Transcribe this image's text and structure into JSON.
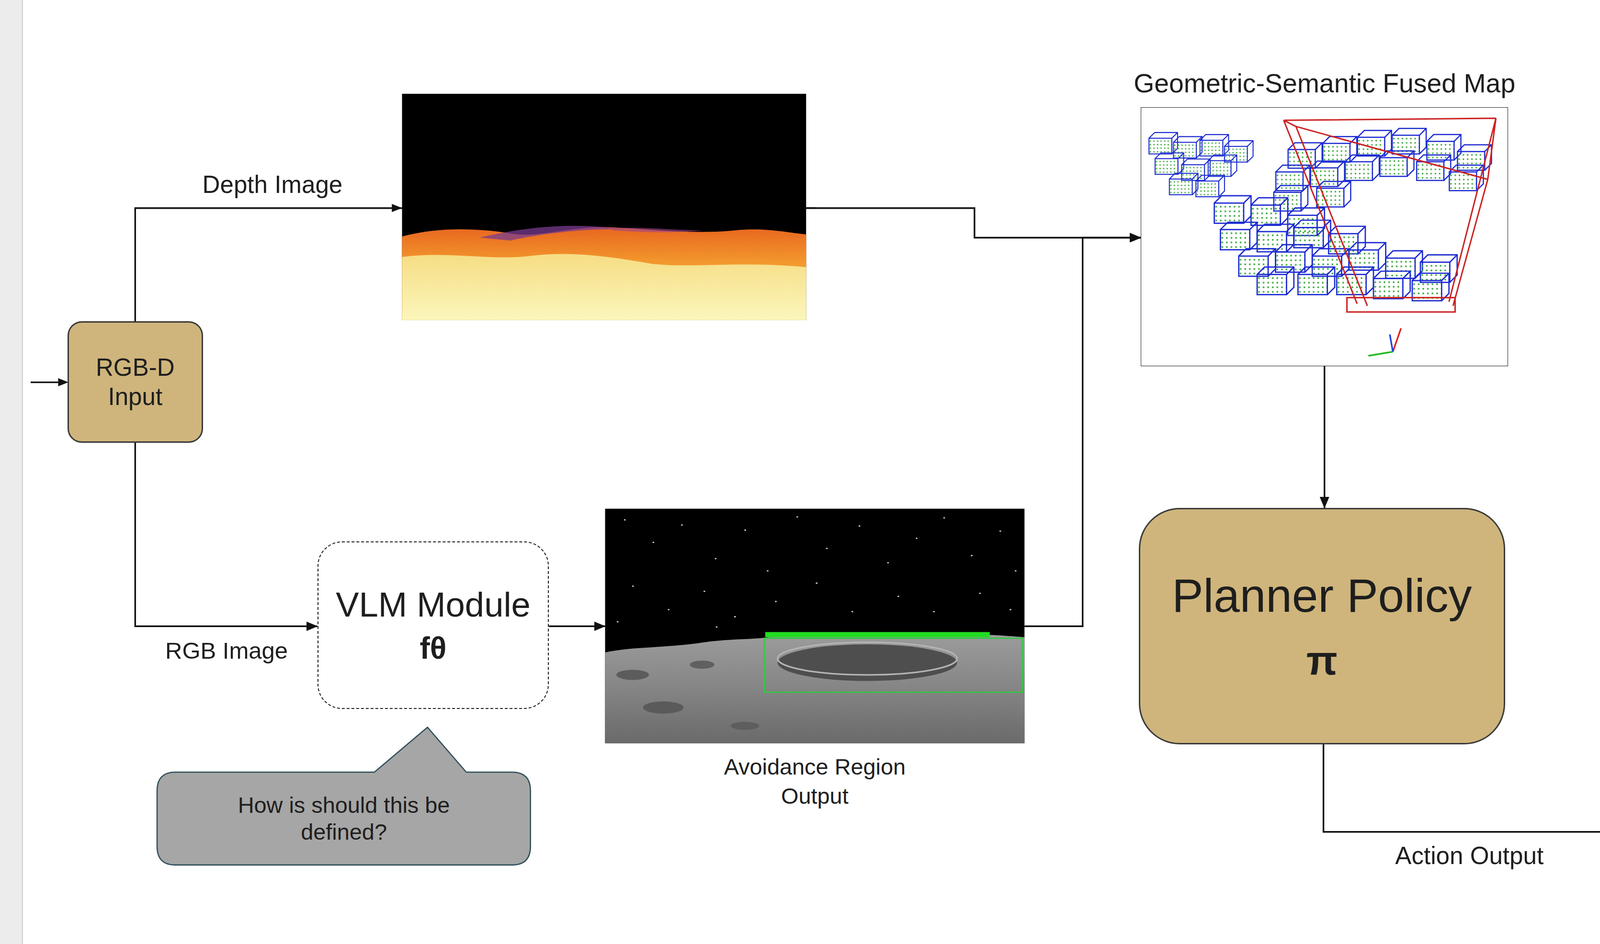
{
  "diagram": {
    "nodes": [
      {
        "text": [
          "RGB-D Input"
        ]
      },
      {
        "text": [
          "VLM Module",
          "fθ"
        ]
      },
      {
        "text": [
          "How is should this be defined?"
        ]
      },
      {
        "text": [
          "Avoidance Region Output"
        ]
      },
      {
        "text": [
          "Geometric-Semantic Fused Map"
        ]
      },
      {
        "text": [
          "Planner Policy",
          "π"
        ]
      }
    ],
    "edges": [
      {
        "from": 0,
        "to": 4,
        "label": "Depth Image",
        "arrow": "to"
      },
      {
        "from": 0,
        "to": 1,
        "label": "RGB Image",
        "arrow": "to"
      },
      {
        "from": 1,
        "to": 3,
        "arrow": "to"
      },
      {
        "from": 3,
        "to": 4,
        "arrow": "to"
      },
      {
        "from": 4,
        "to": 5,
        "arrow": "to"
      }
    ],
    "labels": [
      "Action Output"
    ]
  }
}
